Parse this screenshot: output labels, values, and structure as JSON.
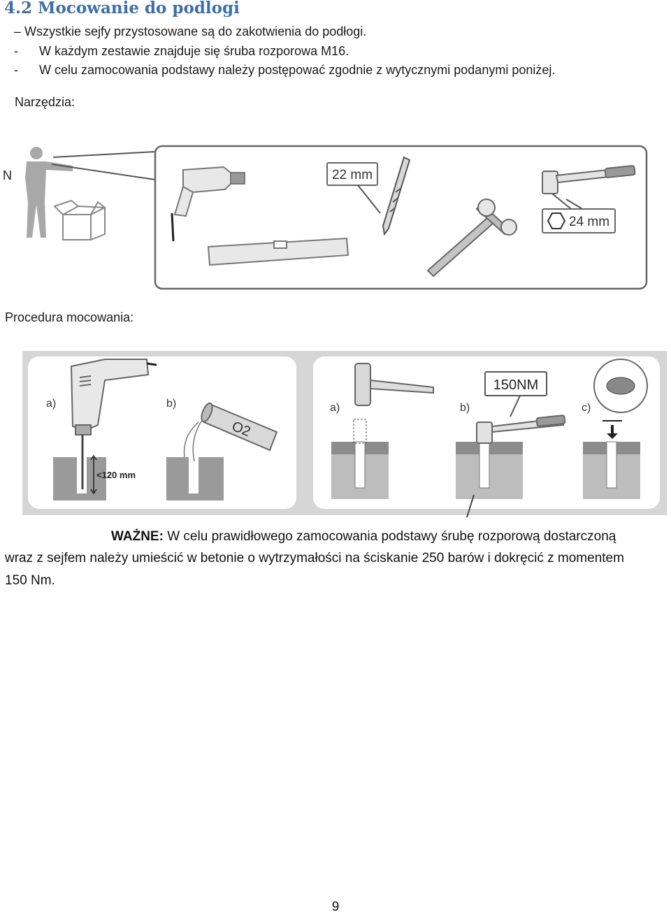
{
  "section": {
    "title": "4.2 Mocowanie do podlogi"
  },
  "bullets": [
    {
      "marker": "–",
      "text": "Wszystkie sejfy przystosowane są do zakotwienia do podłogi."
    },
    {
      "marker": "-",
      "text": "W każdym zestawie znajduje się śruba rozporowa M16."
    },
    {
      "marker": "-",
      "text": "W celu zamocowania podstawy należy postępować zgodnie z wytycznymi podanymi poniżej."
    }
  ],
  "tools": {
    "label": "Narzędzia:",
    "cut_letter": "N",
    "drill_bit_size": "22 mm",
    "socket_size": "24 mm",
    "icons": [
      "person-icon",
      "box-icon",
      "drill-icon",
      "spirit-level-icon",
      "drill-bit-icon",
      "hammer-icon",
      "socket-wrench-icon",
      "hexagon-icon"
    ]
  },
  "procedure": {
    "label": "Procedura mocowania:",
    "panel1": {
      "step_a": "a)",
      "step_b": "b)",
      "depth": "<120 mm",
      "spray_text": "O2"
    },
    "panel2": {
      "step_a": "a)",
      "step_b": "b)",
      "step_c": "c)",
      "torque": "150NM"
    }
  },
  "important": {
    "label": "WAŻNE:",
    "text1": "W celu prawidłowego zamocowania podstawy śrubę rozporową dostarczoną",
    "text2": "wraz z sejfem należy umieścić w betonie o wytrzymałości na ściskanie 250 barów i dokręcić z momentem",
    "text3": "150 Nm."
  },
  "page_number": "9",
  "colors": {
    "heading": "#3f6fa8",
    "panel_gray": "#d6d6d6",
    "ground": "#9a9a9a"
  }
}
